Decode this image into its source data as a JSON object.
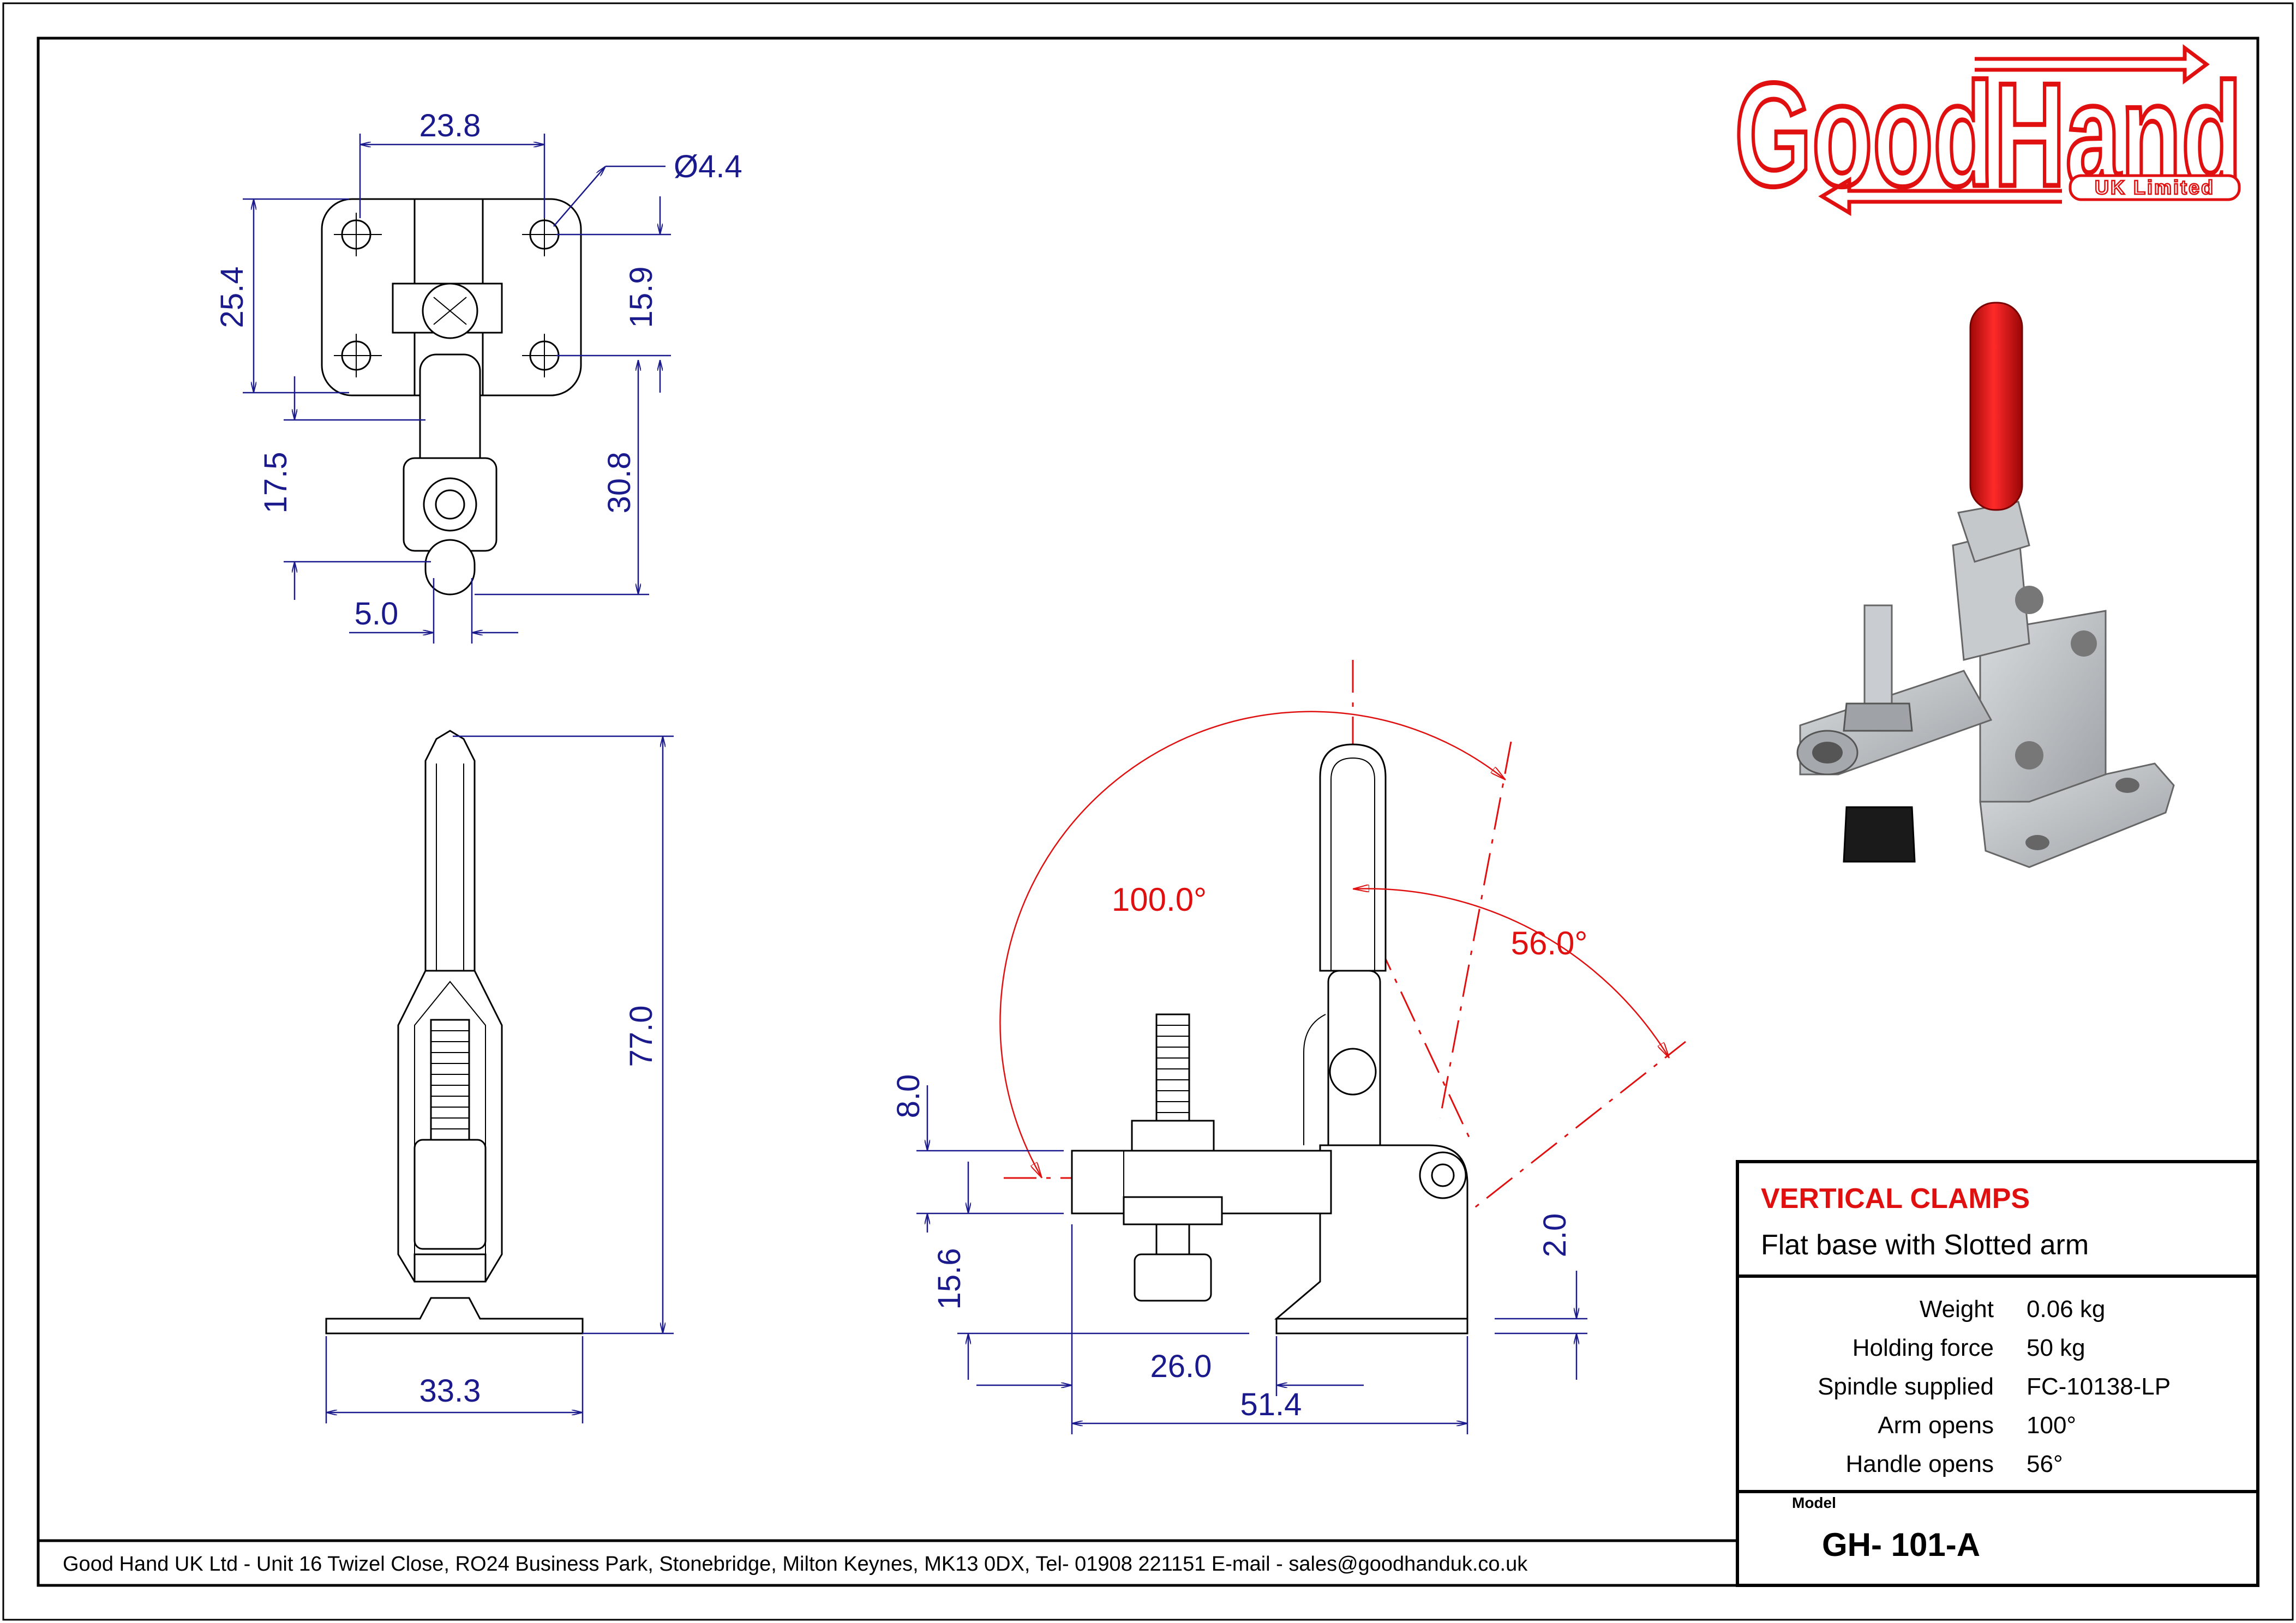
{
  "brand": {
    "name": "GoodHand",
    "subtitle": "UK Limited",
    "color": "#e01010"
  },
  "dimensions": {
    "top_view": {
      "width": "23.8",
      "hole": "Ø4.4",
      "plate_height": "25.4",
      "hole_spacing": "15.9",
      "arm_offset": "17.5",
      "arm_length": "30.8",
      "slot_width": "5.0"
    },
    "front_view": {
      "height": "77.0",
      "base_width": "33.3"
    },
    "side_view": {
      "spindle_offset": "8.0",
      "base_thickness": "2.0",
      "spindle_height": "15.6",
      "arm_reach": "26.0",
      "overall_length": "51.4",
      "arm_angle": "100.0°",
      "handle_angle": "56.0°"
    }
  },
  "title_block": {
    "title": "VERTICAL CLAMPS",
    "subtitle": "Flat base with Slotted arm",
    "specs": [
      {
        "label": "Weight",
        "value": "0.06 kg"
      },
      {
        "label": "Holding force",
        "value": "50 kg"
      },
      {
        "label": "Spindle supplied",
        "value": "FC-10138-LP"
      },
      {
        "label": "Arm opens",
        "value": "100°"
      },
      {
        "label": "Handle opens",
        "value": "56°"
      }
    ],
    "model_label": "Model",
    "model": "GH- 101-A"
  },
  "footer": "Good Hand UK Ltd  - Unit 16 Twizel Close, RO24 Business Park, Stonebridge, Milton Keynes, MK13 0DX,  Tel- 01908 221151  E-mail - sales@goodhanduk.co.uk",
  "colors": {
    "dimension": "#1a1a8c",
    "accent": "#e01010",
    "handle_grip": "#d41414",
    "metal": "#b8bcc0"
  }
}
